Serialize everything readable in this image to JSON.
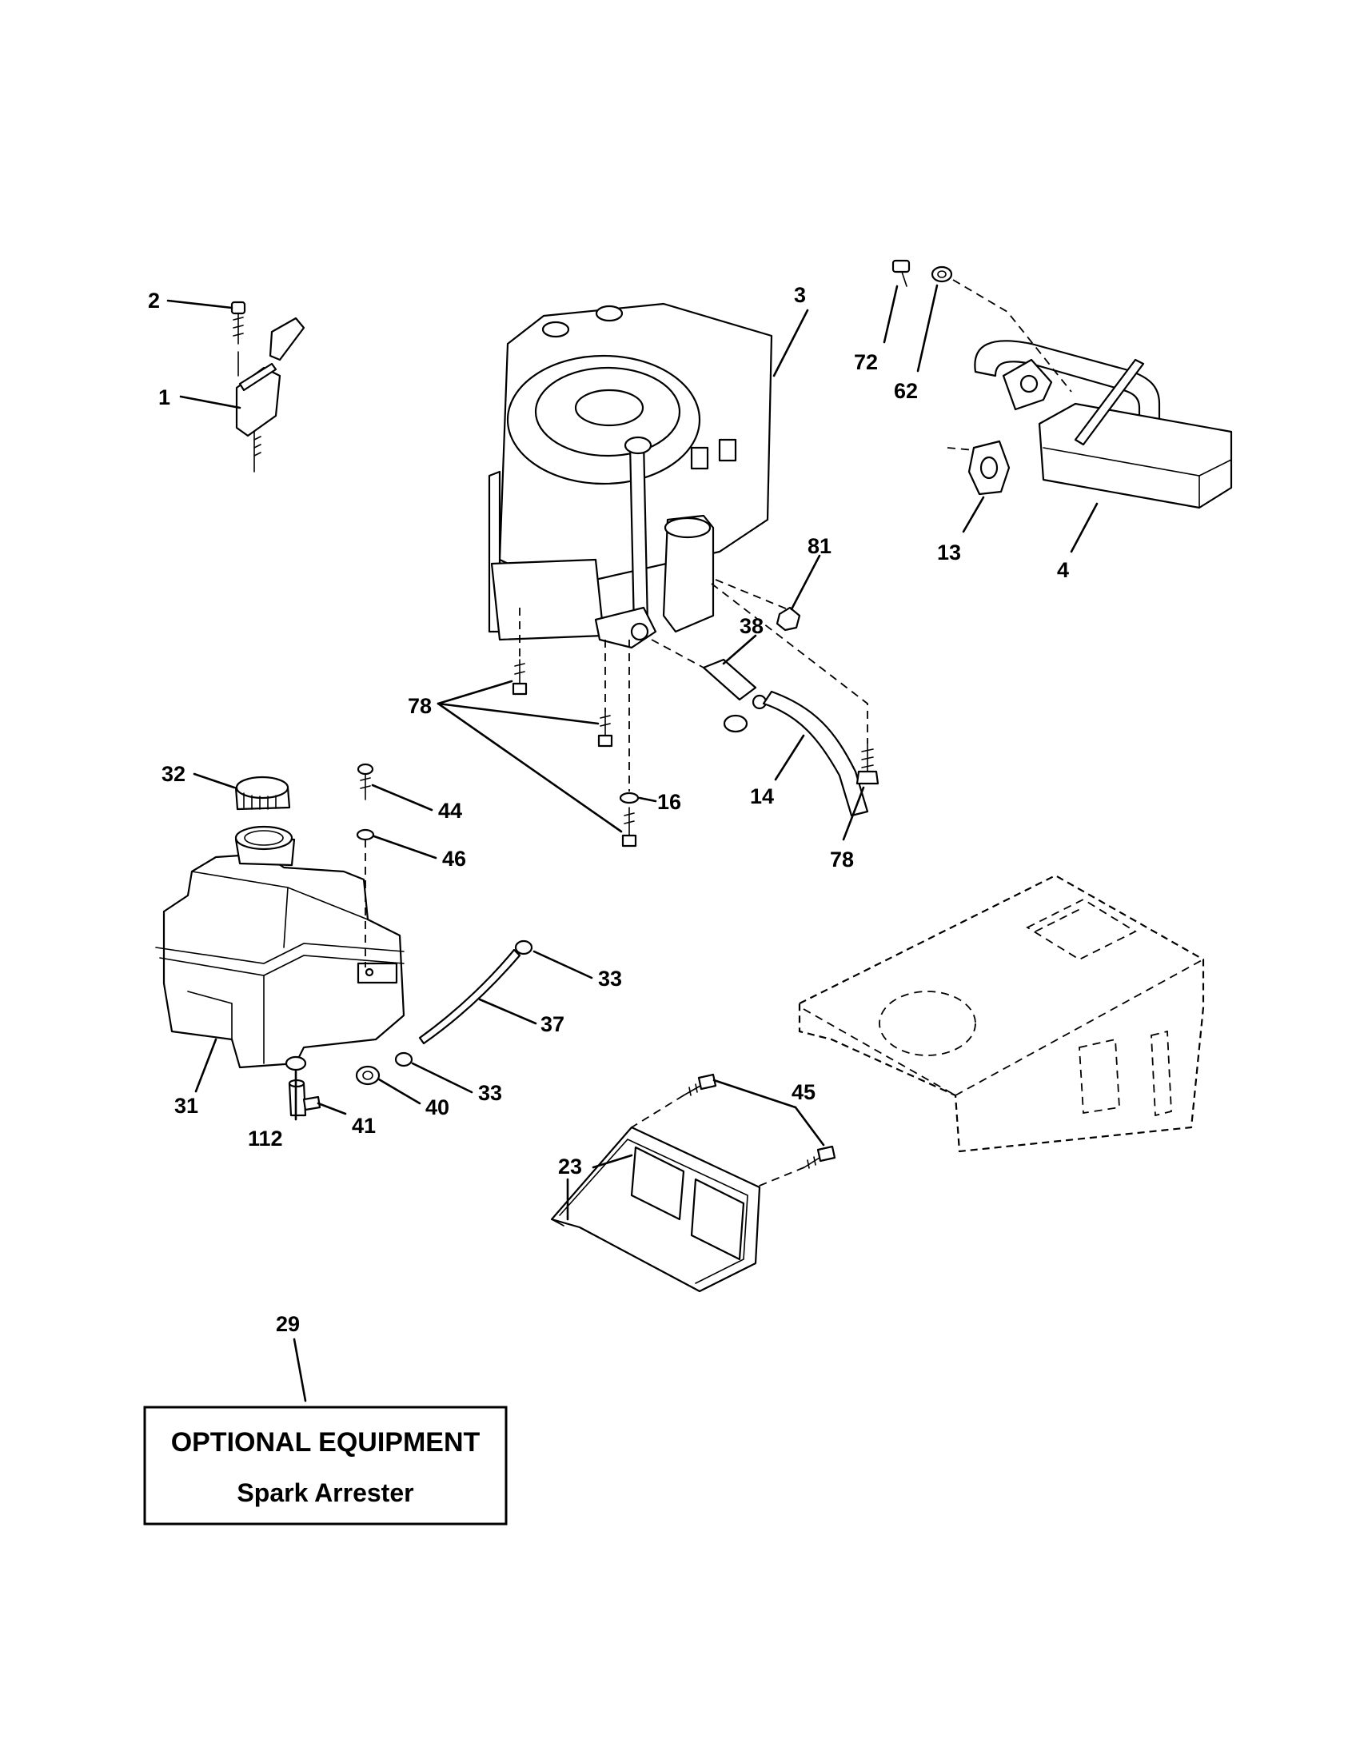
{
  "labels": {
    "p1": "1",
    "p2": "2",
    "p3": "3",
    "p4": "4",
    "p13": "13",
    "p14": "14",
    "p16": "16",
    "p23": "23",
    "p29": "29",
    "p31": "31",
    "p32": "32",
    "p33a": "33",
    "p33b": "33",
    "p37": "37",
    "p38": "38",
    "p40": "40",
    "p41": "41",
    "p44": "44",
    "p45": "45",
    "p46": "46",
    "p62": "62",
    "p72": "72",
    "p78a": "78",
    "p78b": "78",
    "p81": "81",
    "p112": "112"
  },
  "optional_box": {
    "title": "OPTIONAL EQUIPMENT",
    "subtitle": "Spark Arrester"
  }
}
